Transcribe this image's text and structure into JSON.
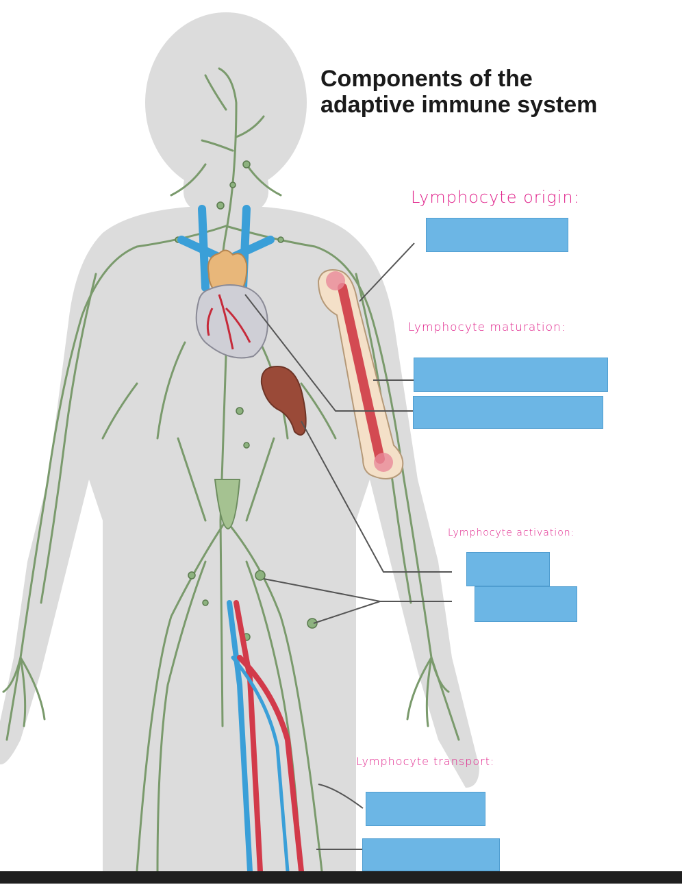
{
  "diagram": {
    "title_line1": "Components of the",
    "title_line2": "adaptive immune system",
    "sections": [
      {
        "heading": "Lymphocyte origin:"
      },
      {
        "heading": "Lymphocyte maturation:"
      },
      {
        "heading": "Lymphocyte activation:"
      },
      {
        "heading": "Lymphocyte transport:"
      }
    ],
    "colors": {
      "body_silhouette": "#dcdcdc",
      "lymph_vessel": "#7a9a6c",
      "answer_box": "#6cb6e5",
      "handwriting": "#e0218a",
      "vein": "#3a9fd8",
      "artery": "#d23a4a",
      "thymus": "#e8b77a",
      "heart": "#cfcfd6",
      "spleen": "#9a4a38",
      "bone_marrow": "#d34a52",
      "leader_line": "#555555"
    }
  }
}
